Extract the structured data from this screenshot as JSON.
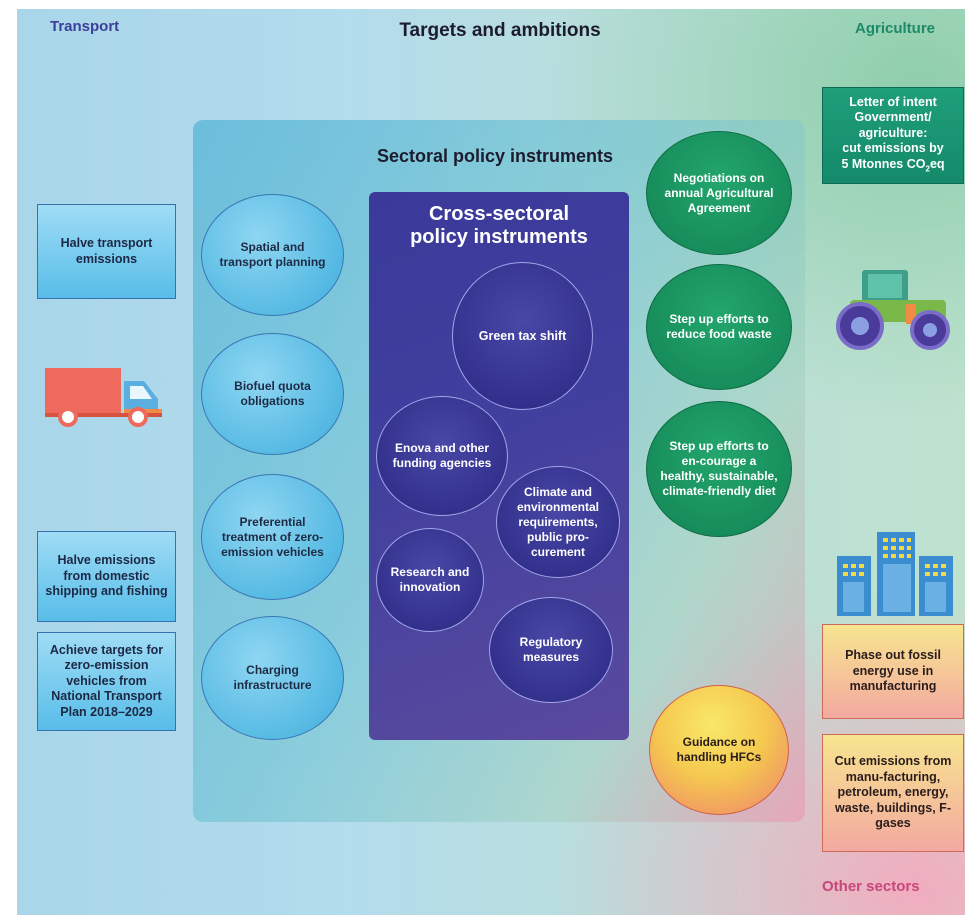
{
  "title": "Targets and ambitions",
  "corners": {
    "transport": "Transport",
    "agriculture": "Agriculture",
    "other": "Other sectors"
  },
  "sectoral_title": "Sectoral policy instruments",
  "cross_title_line1": "Cross-sectoral",
  "cross_title_line2": "policy instruments",
  "transport_targets": [
    "Halve transport emissions",
    "Halve emissions from domestic shipping and fishing",
    "Achieve targets for zero-emission vehicles from National Transport Plan 2018–2029"
  ],
  "transport_instruments": [
    "Spatial and transport planning",
    "Biofuel quota obligations",
    "Preferential treatment of zero-emission vehicles",
    "Charging infrastructure"
  ],
  "cross_instruments": [
    "Green tax shift",
    "Enova and other funding agencies",
    "Climate and environmental requirements, public pro-curement",
    "Research and innovation",
    "Regulatory measures"
  ],
  "agri_instruments": [
    "Negotiations on annual Agricultural Agreement",
    "Step up efforts to reduce food waste",
    "Step up efforts to en-courage a healthy, sustainable, climate-friendly diet"
  ],
  "agri_target_lines": [
    "Letter of intent",
    "Government/",
    "agriculture:",
    "cut emissions by"
  ],
  "agri_target_last": {
    "prefix": "5 Mtonnes CO",
    "sub": "2",
    "suffix": "eq"
  },
  "other_instrument": "Guidance on handling HFCs",
  "other_targets": [
    "Phase out fossil energy use in manufacturing",
    "Cut emissions from manu-facturing, petroleum, energy, waste, buildings, F-gases"
  ],
  "icons": [
    "truck-icon",
    "tractor-icon",
    "buildings-icon"
  ],
  "colors": {
    "transport_label": "#3c3f9a",
    "agriculture_label": "#1d8a6a",
    "other_label": "#c8467a"
  }
}
